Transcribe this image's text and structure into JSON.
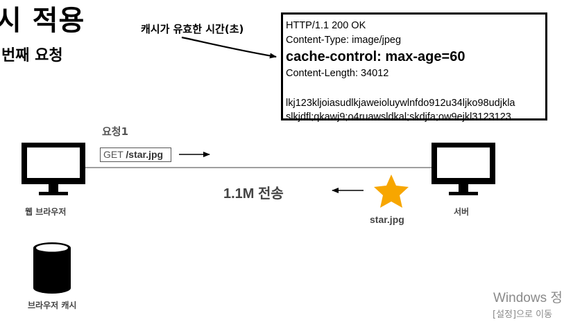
{
  "title": "시 적용",
  "subtitle": "번째 요청",
  "cache_note": "캐시가 유효한 시간(초)",
  "http_response": {
    "status_line": "HTTP/1.1 200 OK",
    "content_type": "Content-Type: image/jpeg",
    "cache_control": "cache-control: max-age=60",
    "content_length": "Content-Length: 34012",
    "body_line_1": "lkj123kljoiasudlkjaweioluywlnfdo912u34ljko98udjkla",
    "body_line_2": "slkjdfl;qkawj9;o4ruawsldkal;skdjfa;ow9ejkl3123123"
  },
  "request": {
    "label": "요청1",
    "method": "GET",
    "path": "/star.jpg"
  },
  "transfer_label": "1.1M 전송",
  "star_label": "star.jpg",
  "browser_label": "웹 브라우저",
  "server_label": "서버",
  "cache_label": "브라우저 캐시",
  "watermark": {
    "line1": "Windows 정",
    "line2": "[설정]으로 이동"
  },
  "colors": {
    "star": "#f7a600",
    "line": "#555555",
    "monitor": "#000000"
  },
  "icons": [
    "browser-monitor-icon",
    "server-monitor-icon",
    "star-icon",
    "cache-cylinder-icon"
  ]
}
